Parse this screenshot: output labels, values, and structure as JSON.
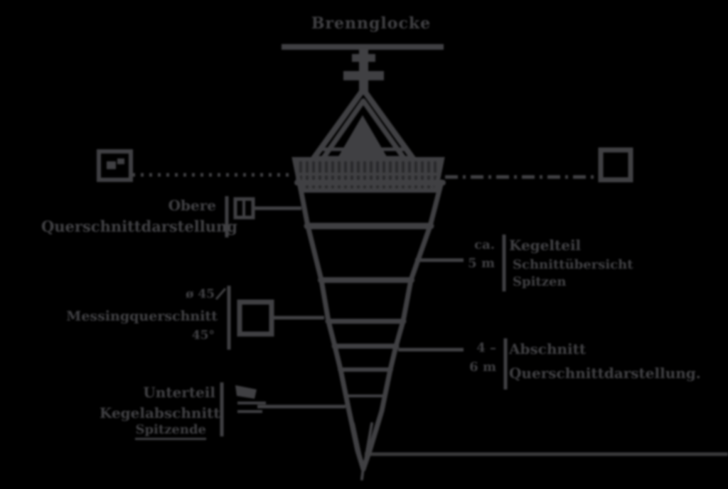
{
  "colors": {
    "background": "#000000",
    "ink": "#404043"
  },
  "diagram": {
    "title": "Brennglocke",
    "labels": {
      "left_top": {
        "line1": "Obere",
        "line2": "Querschnittdarstellung"
      },
      "left_middle": {
        "dim_top": "ø 45",
        "main": "Messingquerschnitt",
        "dim_bottom": "45°"
      },
      "left_bottom": {
        "line1": "Unterteil",
        "line2": "Kegelabschnitt",
        "line3": "Spitzende"
      },
      "right_top": {
        "dim_line1": "ca.",
        "dim_line2": "5 m",
        "line1": "Kegelteil",
        "line2": "Schnittübersicht",
        "line3": "Spitzen"
      },
      "right_bottom": {
        "dim_line1": "4 –",
        "dim_line2": "6 m",
        "line1": "Abschnitt",
        "line2": "Querschnittdarstellung."
      }
    },
    "icons": {
      "left_section_marker": "hatched-square-marker",
      "right_section_marker": "square-marker",
      "left_top_marker": "hatched-block",
      "left_middle_marker": "detail-square",
      "left_bottom_marker": "flag-marker"
    }
  }
}
